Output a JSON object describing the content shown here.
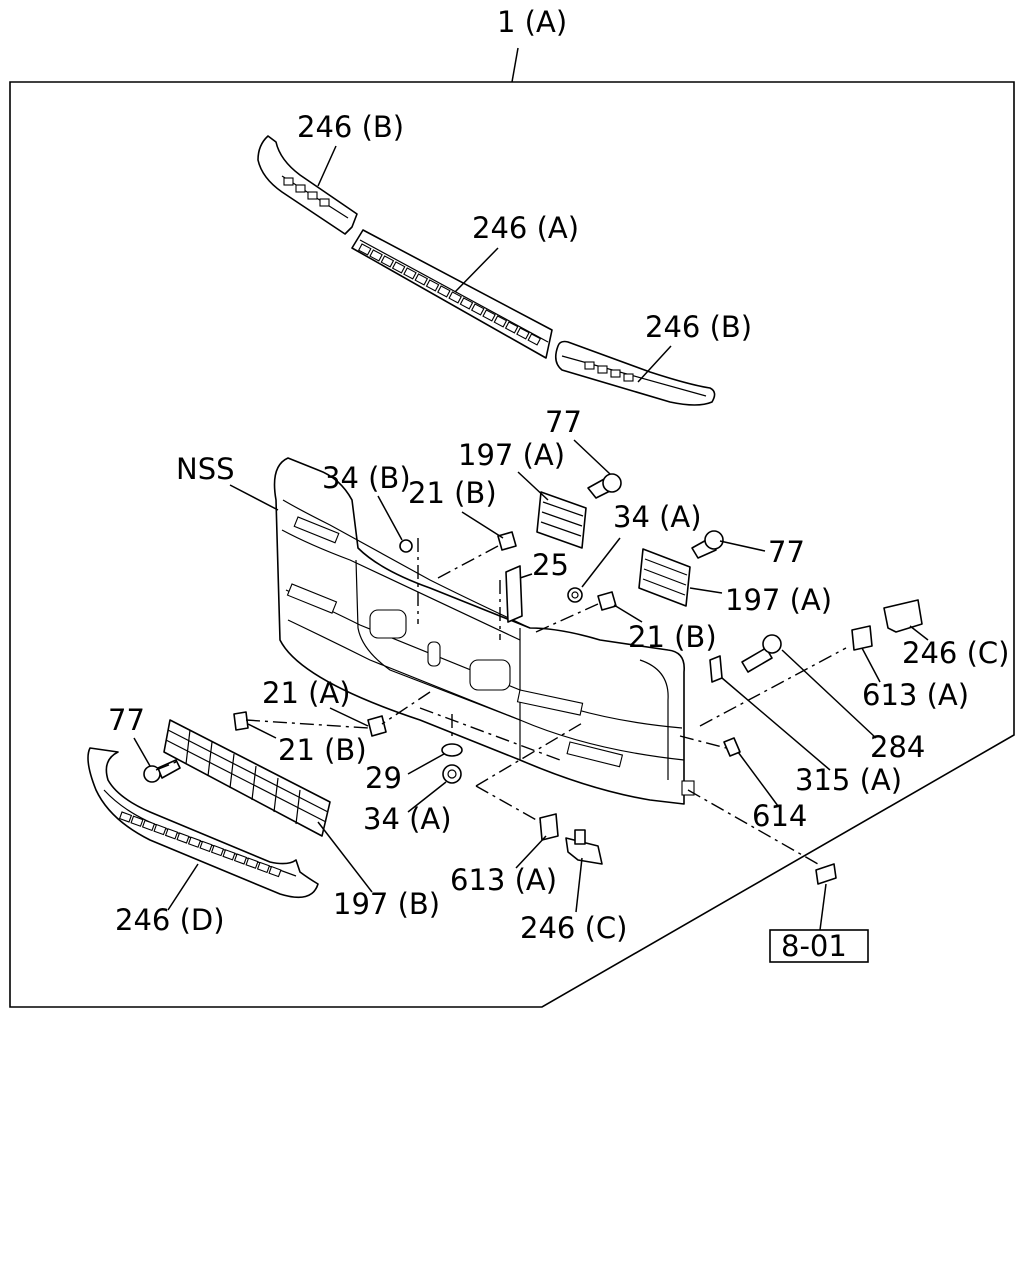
{
  "labels": {
    "assembly": "1 (A)",
    "spoiler_left": "246 (B)",
    "spoiler_center": "246 (A)",
    "spoiler_right": "246 (B)",
    "nss": "NSS",
    "screw_77_top": "77",
    "grille_197a_left": "197 (A)",
    "nut_34b": "34 (B)",
    "clip_21b_left": "21 (B)",
    "nut_34a_upper": "34 (A)",
    "bracket_25": "25",
    "screw_77_right": "77",
    "grille_197a_right": "197 (A)",
    "clip_21b_right": "21 (B)",
    "clip_246c_right": "246 (C)",
    "clip_613a_right": "613 (A)",
    "bolt_284": "284",
    "bracket_315a": "315 (A)",
    "bulb_614": "614",
    "clip_21a": "21 (A)",
    "clip_21b_lower": "21 (B)",
    "screw_77_left": "77",
    "washer_29": "29",
    "nut_34a_lower": "34 (A)",
    "grille_197b": "197 (B)",
    "spoiler_lower": "246 (D)",
    "clip_613a_lower": "613 (A)",
    "clip_246c_lower": "246 (C)",
    "ref_box": "8-01"
  }
}
